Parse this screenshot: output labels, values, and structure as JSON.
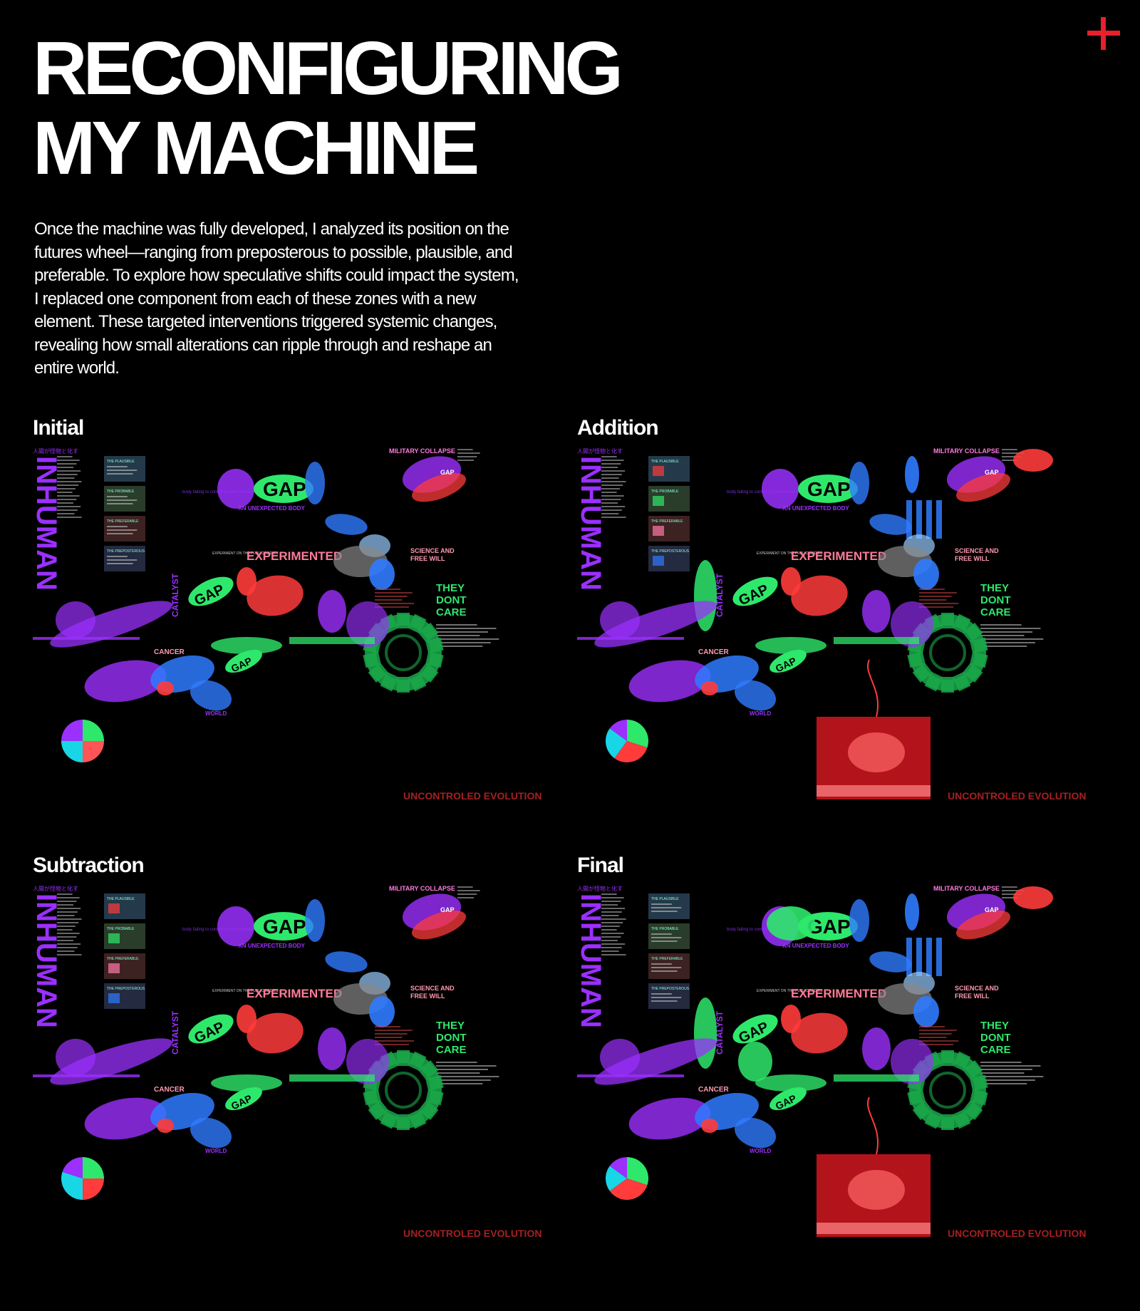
{
  "header": {
    "title_line1": "RECONFIGURING",
    "title_line2": "MY MACHINE",
    "corner_icon": "plus-icon",
    "accent_color": "#e8202a"
  },
  "intro": {
    "text": "Once the machine was fully developed, I analyzed its position on the futures wheel—ranging from preposterous to possible, plausible, and preferable. To explore how speculative shifts could impact the system, I replaced one component from each of these zones with a new element. These targeted interventions triggered systemic changes, revealing how small alterations can ripple through and reshape an entire world."
  },
  "panels": [
    {
      "title": "Initial"
    },
    {
      "title": "Addition"
    },
    {
      "title": "Subtraction"
    },
    {
      "title": "Final"
    }
  ],
  "artwork": {
    "side_title": "INHUMAN",
    "jp_caption": "人間が怪物と化す",
    "zones": [
      "THE PLAUSIBLE",
      "THE PROBABLE",
      "THE PREFERABLE",
      "THE PREPOSTEROUS"
    ],
    "military": "MILITARY COLLAPSE",
    "gap": "GAP",
    "unexpected_body": "AN UNEXPECTED BODY",
    "body_caption": "body failing to control its own forced evolution",
    "experimented": "EXPERIMENTED",
    "experiment_small": "EXPERIMENT ON THE PUBLIC BODIES",
    "science": [
      "SCIENCE AND",
      "FREE WILL"
    ],
    "they": [
      "THEY",
      "DONT",
      "CARE"
    ],
    "catalyst": "CATALYST",
    "cancer": "CANCER",
    "world": "WORLD",
    "footer": "UNCONTROLED EVOLUTION",
    "colors": {
      "purple": "#9b30ff",
      "green": "#2ee86b",
      "red": "#ff3b3b",
      "blue": "#2f7bff",
      "pink": "#ff6a8a",
      "cyan": "#18d6e6"
    }
  }
}
